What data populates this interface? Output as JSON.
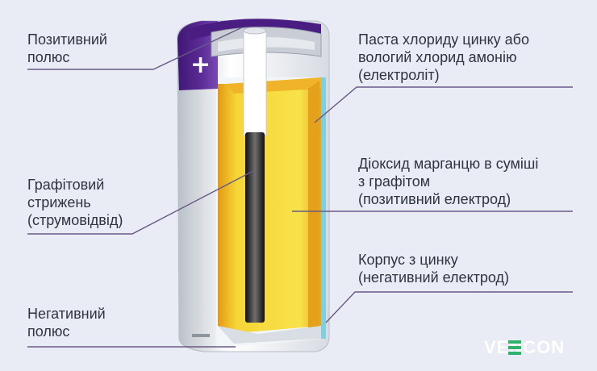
{
  "labels": {
    "positive_pole": "Позитивний\nполюс",
    "graphite_rod": "Графітовий\nстрижень\n(струмовідвід)",
    "negative_pole": "Негативний\nполюс",
    "electrolyte_paste": "Паста хлориду цинку або\nвологий хлорид амонію\n(електроліт)",
    "manganese_dioxide": "Діоксид марганцю в суміші\nз графітом\n(позитивний електрод)",
    "zinc_case": "Корпус з цинку\n(негативний електрод)"
  },
  "battery": {
    "terminal_sign": "+"
  },
  "logo": {
    "text": "VENCON"
  },
  "colors": {
    "background": "#e9ecf4",
    "leader_line": "#6a5a86",
    "label_band": "#5b2d91",
    "cathode": "#f7dd3a",
    "cathode_shadow": "#e9a11d",
    "rod": "#2d2d2d",
    "logo_green": "#2fb36b"
  }
}
